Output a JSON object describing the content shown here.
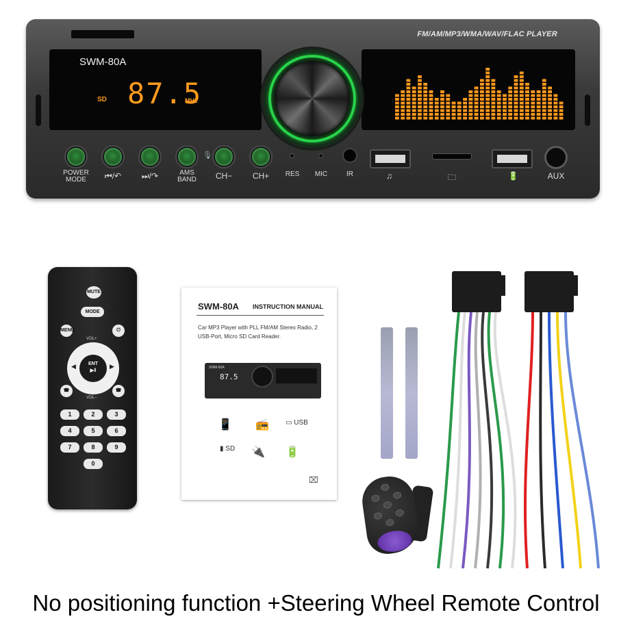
{
  "caption": "No positioning function +Steering Wheel Remote Control",
  "head_unit": {
    "player_label": "FM/AM/MP3/WMA/WAV/FLAC PLAYER",
    "model": "SWM-80A",
    "source": "SD",
    "frequency": "87.5",
    "unit": "MHz",
    "accent_color": "#ff9a1e",
    "knob_ring_color": "#28d34a",
    "buttons": [
      {
        "label": "POWER\nMODE"
      },
      {
        "label": "⏮/↶"
      },
      {
        "label": "⏭/↷"
      },
      {
        "label": "AMS\nBAND"
      },
      {
        "label": "CH−"
      },
      {
        "label": "CH+"
      }
    ],
    "port_labels": {
      "res": "RES",
      "mic": "MIC",
      "ir": "IR",
      "aux": "AUX"
    },
    "equalizer_levels": [
      0.45,
      0.55,
      0.7,
      0.6,
      0.8,
      0.65,
      0.5,
      0.4,
      0.55,
      0.45,
      0.35,
      0.3,
      0.4,
      0.5,
      0.6,
      0.75,
      0.9,
      0.7,
      0.55,
      0.45,
      0.6,
      0.8,
      0.85,
      0.65,
      0.5,
      0.55,
      0.7,
      0.6,
      0.45,
      0.35
    ]
  },
  "remote": {
    "mute": "MUTE",
    "mode": "MODE",
    "menu": "MENU",
    "vol_up": "VOL+",
    "vol_down": "VOL−",
    "enter": "ENT",
    "play_pause": "▶‖",
    "numbers": [
      "1",
      "2",
      "3",
      "4",
      "5",
      "6",
      "7",
      "8",
      "9",
      "0"
    ]
  },
  "manual": {
    "model": "SWM-80A",
    "title": "INSTRUCTION MANUAL",
    "description": "Car MP3 Player with PLL FM/AM Stereo Radio, 2 USB-Port, Micro SD Card Reader.",
    "mini_model": "SWM-80A",
    "mini_frequency": "87.5",
    "usb_label": "USB",
    "sd_label": "SD"
  },
  "wire_colors": {
    "left": [
      "#2a9a4a",
      "#dddddd",
      "#7a5ac0",
      "#b0b0b0",
      "#3a3a3a",
      "#2a9a4a",
      "#dddddd"
    ],
    "right": [
      "#e02020",
      "#2a2a2a",
      "#2a5ad0",
      "#f2d21a",
      "#6a8ad8"
    ]
  }
}
